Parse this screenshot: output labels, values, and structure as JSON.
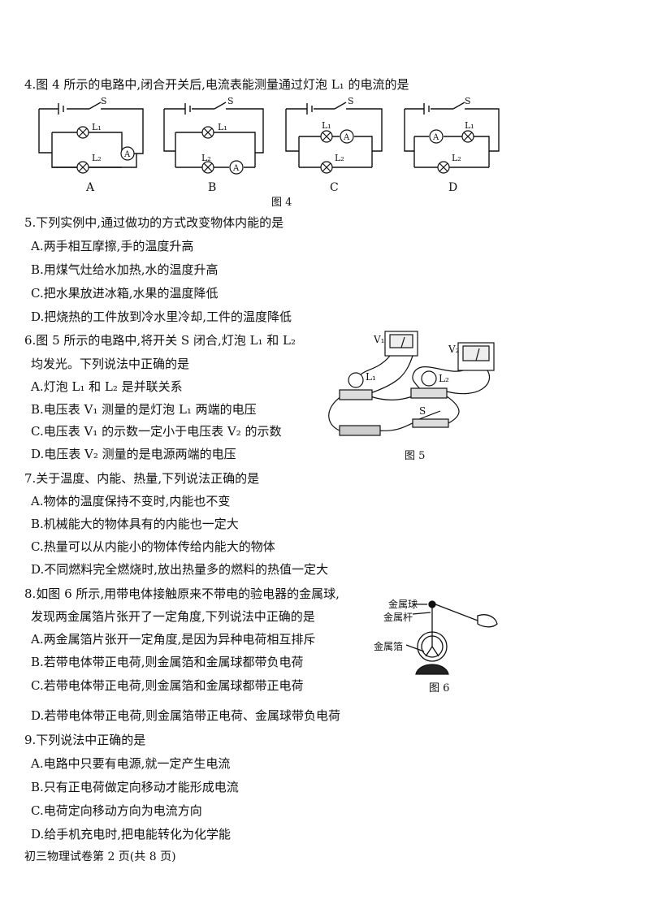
{
  "q4": {
    "stem": "4.图 4 所示的电路中,闭合开关后,电流表能测量通过灯泡 L₁ 的电流的是",
    "options": [
      "A",
      "B",
      "C",
      "D"
    ],
    "figure_caption": "图 4",
    "switch_label": "S",
    "ammeter_label": "A",
    "lamp1_label": "L₁",
    "lamp2_label": "L₂"
  },
  "q5": {
    "stem": "5.下列实例中,通过做功的方式改变物体内能的是",
    "options": [
      "A.两手相互摩擦,手的温度升高",
      "B.用煤气灶给水加热,水的温度升高",
      "C.把水果放进冰箱,水果的温度降低",
      "D.把烧热的工件放到冷水里冷却,工件的温度降低"
    ]
  },
  "q6": {
    "stem_line1": "6.图 5 所示的电路中,将开关 S 闭合,灯泡 L₁ 和 L₂",
    "stem_line2": "均发光。下列说法中正确的是",
    "options": [
      "A.灯泡 L₁ 和 L₂ 是并联关系",
      "B.电压表 V₁ 测量的是灯泡 L₁ 两端的电压",
      "C.电压表 V₁ 的示数一定小于电压表 V₂ 的示数",
      "D.电压表 V₂ 测量的是电源两端的电压"
    ],
    "figure_caption": "图 5",
    "v1_label": "V₁",
    "v2_label": "V₂",
    "l1_label": "L₁",
    "l2_label": "L₂",
    "s_label": "S"
  },
  "q7": {
    "stem": "7.关于温度、内能、热量,下列说法正确的是",
    "options": [
      "A.物体的温度保持不变时,内能也不变",
      "B.机械能大的物体具有的内能也一定大",
      "C.热量可以从内能小的物体传给内能大的物体",
      "D.不同燃料完全燃烧时,放出热量多的燃料的热值一定大"
    ]
  },
  "q8": {
    "stem_line1": "8.如图 6 所示,用带电体接触原来不带电的验电器的金属球,",
    "stem_line2": "发现两金属箔片张开了一定角度,下列说法中正确的是",
    "options": [
      "A.两金属箔片张开一定角度,是因为异种电荷相互排斥",
      "B.若带电体带正电荷,则金属箔和金属球都带负电荷",
      "C.若带电体带正电荷,则金属箔和金属球都带正电荷",
      "D.若带电体带正电荷,则金属箔带正电荷、金属球带负电荷"
    ],
    "figure_caption": "图 6",
    "label_ball": "金属球",
    "label_rod": "金属杆",
    "label_foil": "金属箔"
  },
  "q9": {
    "stem": "9.下列说法中正确的是",
    "options": [
      "A.电路中只要有电源,就一定产生电流",
      "B.只有正电荷做定向移动才能形成电流",
      "C.电荷定向移动方向为电流方向",
      "D.给手机充电时,把电能转化为化学能"
    ]
  },
  "footer": "初三物理试卷第 2 页(共 8 页)"
}
